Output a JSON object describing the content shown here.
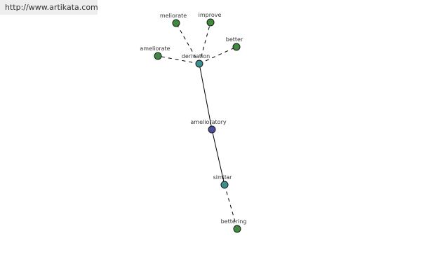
{
  "header": {
    "source_url": "http://www.artikata.com"
  },
  "graph": {
    "colors": {
      "center_node": "#4a4f9b",
      "relation_node": "#3d8f8f",
      "word_node": "#3f8a3f"
    },
    "nodes": [
      {
        "id": "ameliorate",
        "label": "ameliorate",
        "kind": "word"
      },
      {
        "id": "meliorate",
        "label": "meliorate",
        "kind": "word"
      },
      {
        "id": "improve",
        "label": "improve",
        "kind": "word"
      },
      {
        "id": "better",
        "label": "better",
        "kind": "word"
      },
      {
        "id": "derivation",
        "label": "derivation",
        "kind": "relation"
      },
      {
        "id": "amelioratory",
        "label": "amelioratory",
        "kind": "center"
      },
      {
        "id": "similar",
        "label": "similar",
        "kind": "relation"
      },
      {
        "id": "bettering",
        "label": "bettering",
        "kind": "word"
      }
    ],
    "edges": [
      {
        "from": "derivation",
        "to": "ameliorate",
        "style": "dashed"
      },
      {
        "from": "derivation",
        "to": "meliorate",
        "style": "dashed"
      },
      {
        "from": "derivation",
        "to": "improve",
        "style": "dashed"
      },
      {
        "from": "derivation",
        "to": "better",
        "style": "dashed"
      },
      {
        "from": "derivation",
        "to": "amelioratory",
        "style": "solid"
      },
      {
        "from": "amelioratory",
        "to": "similar",
        "style": "solid"
      },
      {
        "from": "similar",
        "to": "bettering",
        "style": "dashed"
      }
    ]
  }
}
